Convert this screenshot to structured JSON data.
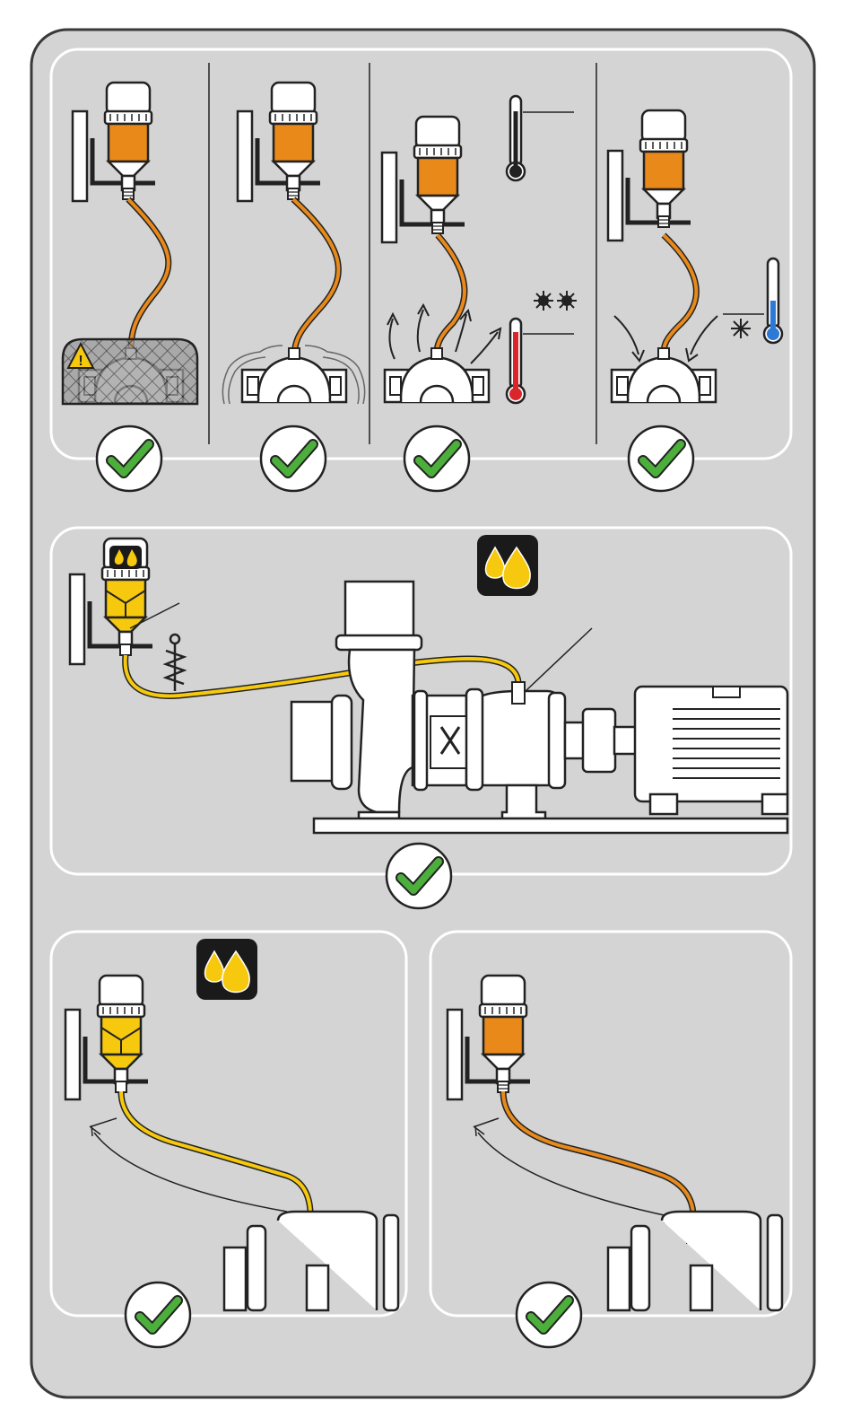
{
  "colors": {
    "card": "#d4d4d4",
    "card_border": "#3a3a3a",
    "panel_border": "#ffffff",
    "orange_grease": "#e8891a",
    "yellow_oil": "#f6c90e",
    "check_green": "#4caf3b",
    "hot_red": "#d9262b",
    "cold_blue": "#2c7ad6",
    "badge_black": "#1a1a1a"
  },
  "panels": [
    {
      "id": "top-row",
      "subpanels": [
        {
          "scene": "protective-guard",
          "icons": [
            "warning-icon"
          ],
          "status": "check"
        },
        {
          "scene": "wet-environment",
          "icons": [],
          "status": "check"
        },
        {
          "scene": "high-temperature",
          "icons": [
            "thermometer-hot-icon",
            "sun-icon"
          ],
          "status": "check"
        },
        {
          "scene": "low-temperature",
          "icons": [
            "thermometer-cold-icon",
            "snowflake-icon"
          ],
          "status": "check"
        }
      ]
    },
    {
      "id": "middle-oil-pump",
      "icons": [
        "oil-drops-icon",
        "spring-icon"
      ],
      "status": "check"
    },
    {
      "id": "bottom-left-oil-line",
      "icons": [
        "oil-drops-icon"
      ],
      "status": "check"
    },
    {
      "id": "bottom-right-grease-line",
      "icons": [],
      "status": "check"
    }
  ]
}
